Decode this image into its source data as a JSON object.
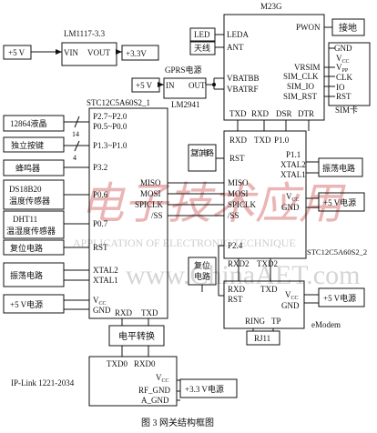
{
  "lm1117": {
    "title": "LM1117-3.3",
    "vin": "VIN",
    "vout": "VOUT",
    "in_power": "+5 V",
    "out_power": "+3.3V"
  },
  "m23g": {
    "title": "M23G",
    "leda": "LEDA",
    "ant": "ANT",
    "vbatbb": "VBATBB",
    "vbatrf": "VBATRF",
    "pwon": "PWON",
    "vrsim": "VRSIM",
    "sim_clk": "SIM_CLK",
    "sim_io": "SIM_IO",
    "sim_rst": "SIM_RST",
    "txd": "TXD",
    "rxd": "RXD",
    "dsr": "DSR",
    "dtr": "DTR"
  },
  "led": "LED",
  "antenna": "天线",
  "ground_box": "接地",
  "sim_card": {
    "gnd": "GND",
    "vcc": "V",
    "vcc_sub": "CC",
    "vpp": "V",
    "vpp_sub": "PP",
    "clk": "CLK",
    "io": "IO",
    "rst": "RST",
    "label": "SIM卡"
  },
  "gprs_power": {
    "title": "GPRS电源",
    "in": "IN",
    "out": "OUT",
    "power": "+5 V",
    "part": "LM2941"
  },
  "stc1": {
    "title": "STC12C5A60S2_1",
    "p27": "P2.7~P2.0",
    "p05": "P0.5~P0.0",
    "p13": "P1.3~P1.0",
    "p32": "P3.2",
    "p06": "P0.6",
    "p07": "P0.7",
    "rst": "RST",
    "xtal2": "XTAL2",
    "xtal1": "XTAL1",
    "vcc": "V",
    "vcc_sub": "CC",
    "gnd": "GND",
    "rxd": "RXD",
    "txd": "TXD"
  },
  "lcd": "12864液晶",
  "keys": "独立按键",
  "buzzer": "蜂鸣器",
  "ds18b20": {
    "line1": "DS18B20",
    "line2": "温度传感器"
  },
  "dht11": {
    "line1": "DHT11",
    "line2": "温湿度传感器"
  },
  "reset_left": "复位电路",
  "osc_left": "振荡电路",
  "power_left": "+5 V电源",
  "bus": {
    "b14": "14",
    "b4": "4"
  },
  "stc2": {
    "title": "STC12C5A60S2_2",
    "rxd": "RXD",
    "txd": "TXD",
    "p10": "P1.0",
    "rst": "RST",
    "p11": "P1.1",
    "xtal2": "XTAL2",
    "xtal1": "XTAL1",
    "vcc": "V",
    "vcc_sub": "CC",
    "gnd": "GND",
    "miso": "MISO",
    "mosi": "MOSI",
    "spiclk": "SPICLK",
    "ss": "/SS",
    "p24": "P2.4",
    "rxd2": "RXD2",
    "txd2": "TXD2"
  },
  "reset_mid": "复位电路",
  "osc_right": "振荡电路",
  "power_right1": "+5 V电源",
  "reset_mid2": {
    "line1": "复位",
    "line2": "电路"
  },
  "emodem": {
    "rxd": "RXD",
    "txd": "TXD",
    "rst": "RST",
    "vcc": "V",
    "vcc_sub": "CC",
    "gnd": "GND",
    "ring": "RING",
    "tp": "TP",
    "label": "eModem",
    "rj11": "RJ11"
  },
  "power_right2": "+5 V电源",
  "level_shift": "电平转换",
  "iplink": {
    "title": "IP-Link 1221-2034",
    "txd0": "TXD0",
    "rxd0": "RXD0",
    "vcc": "V",
    "vcc_sub": "CC",
    "rf_gnd": "RF_GND",
    "a_gnd": "A_GND"
  },
  "power_bottom": "+3.3 V电源",
  "watermark": {
    "cn": "电子技术应用",
    "en": "APPLICATION OF ELECTRONIC TECHNIQUE",
    "url": "www.ChinaAET.com"
  },
  "caption": "图 3   网关结构框图"
}
